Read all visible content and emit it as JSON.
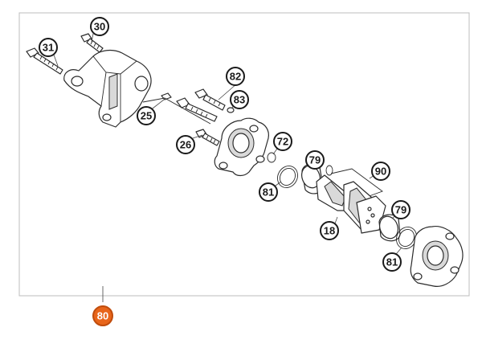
{
  "diagram": {
    "callouts": [
      {
        "id": "c30",
        "label": "30"
      },
      {
        "id": "c31",
        "label": "31"
      },
      {
        "id": "c82",
        "label": "82"
      },
      {
        "id": "c83",
        "label": "83"
      },
      {
        "id": "c25",
        "label": "25"
      },
      {
        "id": "c26",
        "label": "26"
      },
      {
        "id": "c72",
        "label": "72"
      },
      {
        "id": "c79a",
        "label": "79"
      },
      {
        "id": "c90",
        "label": "90"
      },
      {
        "id": "c81a",
        "label": "81"
      },
      {
        "id": "c18",
        "label": "18"
      },
      {
        "id": "c79b",
        "label": "79"
      },
      {
        "id": "c81b",
        "label": "81"
      },
      {
        "id": "c80",
        "label": "80"
      }
    ],
    "highlight_color": "#e8651a"
  }
}
